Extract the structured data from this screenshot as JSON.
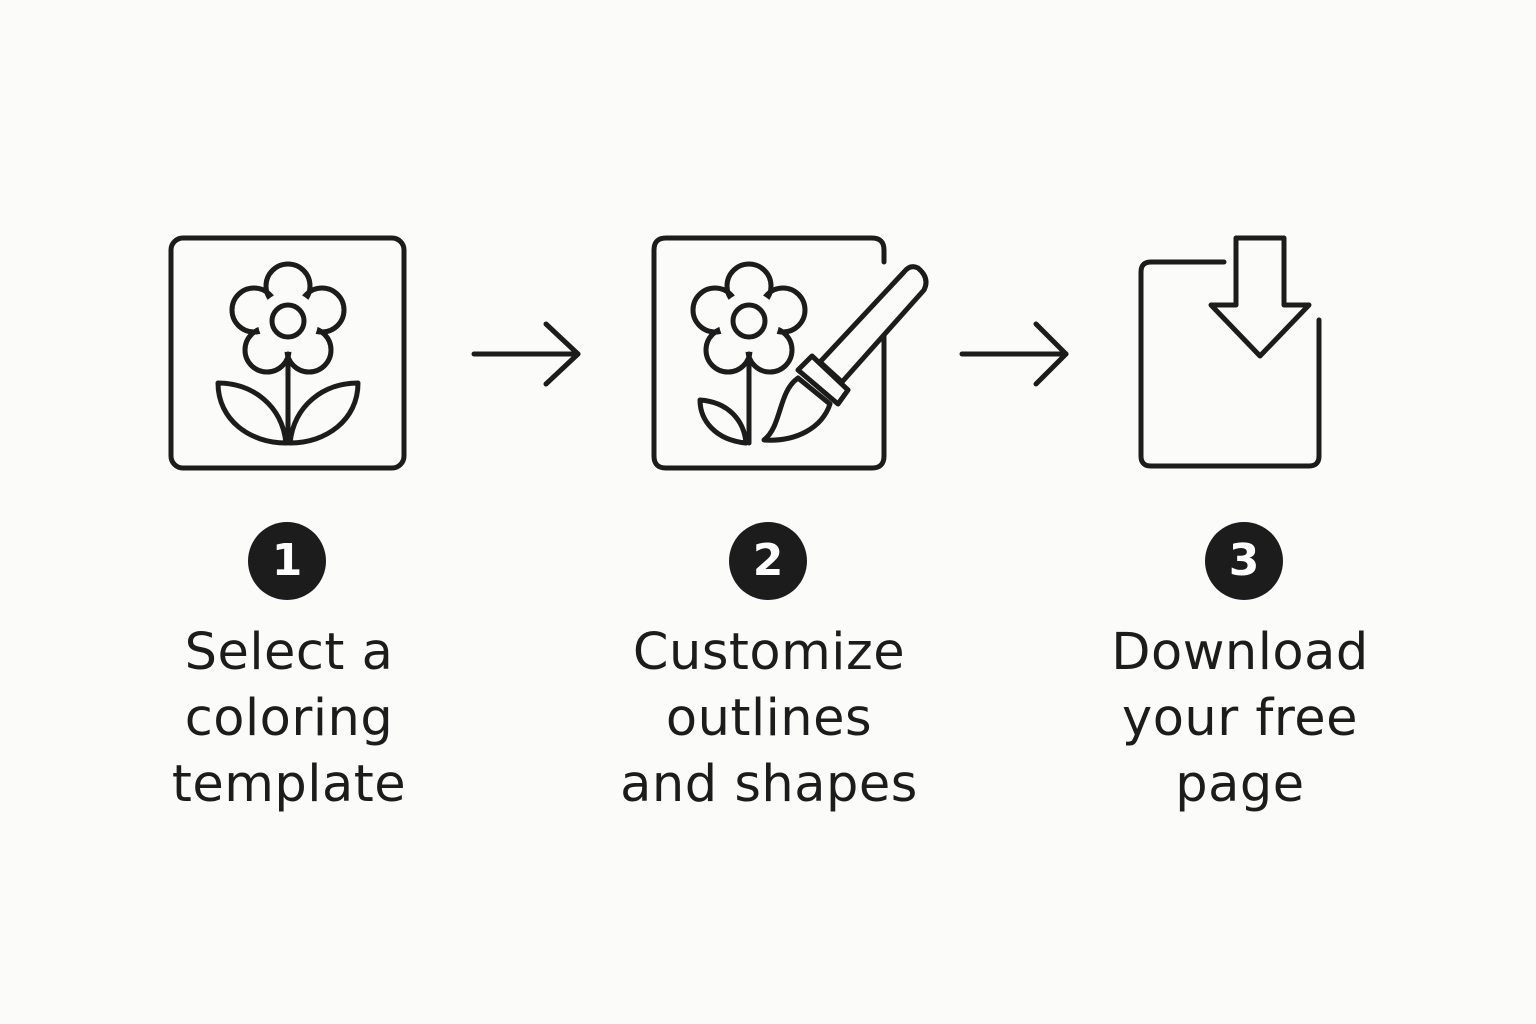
{
  "steps": [
    {
      "number": "1",
      "label_lines": [
        "Select a",
        "coloring",
        "template"
      ],
      "icon": "flower-template-icon"
    },
    {
      "number": "2",
      "label_lines": [
        "Customize",
        "outlines",
        "and shapes"
      ],
      "icon": "flower-paintbrush-icon"
    },
    {
      "number": "3",
      "label_lines": [
        "Download",
        "your free",
        "page"
      ],
      "icon": "download-page-icon"
    }
  ],
  "connectors": [
    "arrow-right-icon",
    "arrow-right-icon"
  ],
  "colors": {
    "background": "#fbfbfa",
    "ink": "#1c1c1c",
    "badge_text": "#ffffff"
  }
}
